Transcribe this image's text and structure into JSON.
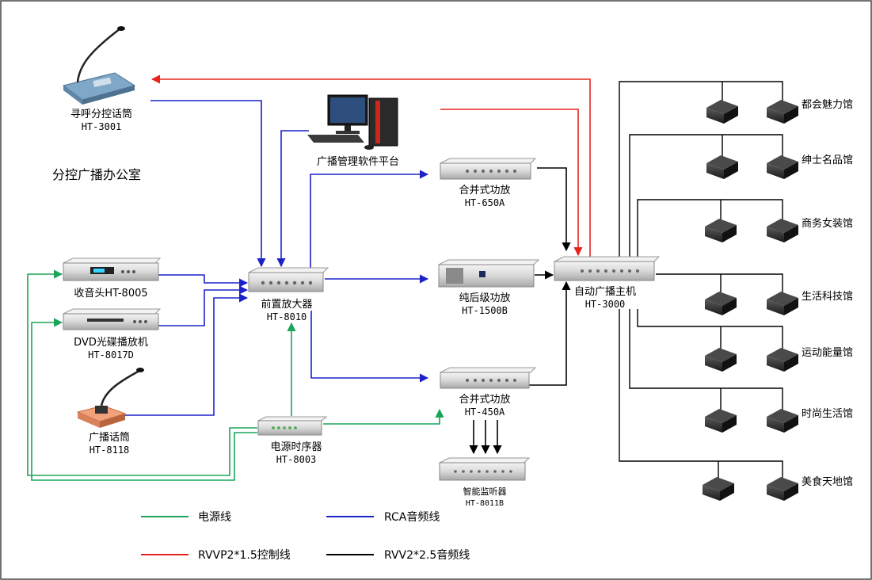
{
  "room_label": "分控广播办公室",
  "devices": {
    "pager_mic": {
      "name": "寻呼分控话筒",
      "model": "HT-3001"
    },
    "software": {
      "name": "广播管理软件平台"
    },
    "tuner": {
      "name": "收音头HT-8005"
    },
    "dvd": {
      "name": "DVD光碟播放机",
      "model": "HT-8017D"
    },
    "desk_mic": {
      "name": "广播话筒",
      "model": "HT-8118"
    },
    "preamp": {
      "name": "前置放大器",
      "model": "HT-8010"
    },
    "sequencer": {
      "name": "电源时序器",
      "model": "HT-8003"
    },
    "amp_650": {
      "name": "合并式功放",
      "model": "HT-650A"
    },
    "amp_1500": {
      "name": "纯后级功放",
      "model": "HT-1500B"
    },
    "amp_450": {
      "name": "合并式功放",
      "model": "HT-450A"
    },
    "monitor": {
      "name": "智能监听器",
      "model": "HT-8011B"
    },
    "host": {
      "name": "自动广播主机",
      "model": "HT-3000"
    }
  },
  "zones": [
    "都会魅力馆",
    "绅士名品馆",
    "商务女装馆",
    "生活科技馆",
    "运动能量馆",
    "时尚生活馆",
    "美食天地馆"
  ],
  "legend": [
    {
      "label": "电源线",
      "color": "#1aa55a"
    },
    {
      "label": "RCA音频线",
      "color": "#1c22c8"
    },
    {
      "label": "RVVP2*1.5控制线",
      "color": "#e8231e"
    },
    {
      "label": "RVV2*2.5音频线",
      "color": "#000000"
    }
  ],
  "colors": {
    "power": "#1aa55a",
    "rca": "#1c22c8",
    "control": "#e8231e",
    "audio": "#000000"
  }
}
